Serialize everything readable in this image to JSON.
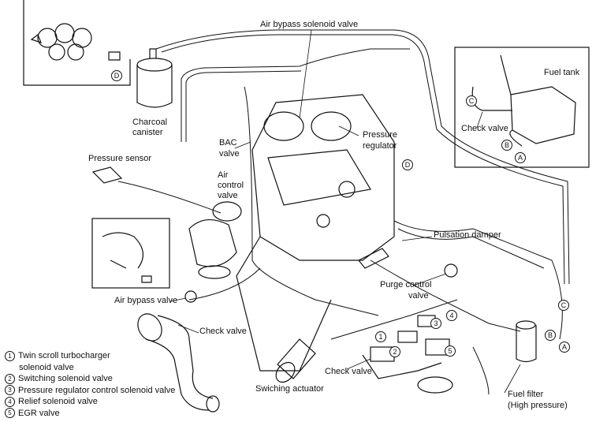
{
  "labels": {
    "air_bypass_solenoid_valve": "Air bypass solenoid valve",
    "fuel_tank": "Fuel tank",
    "check_valve_tank": "Check valve",
    "charcoal_canister_1": "Charcoal",
    "charcoal_canister_2": "canister",
    "bac_valve_1": "BAC",
    "bac_valve_2": "valve",
    "pressure_regulator_1": "Pressure",
    "pressure_regulator_2": "regulator",
    "pressure_sensor": "Pressure sensor",
    "air_control_valve_1": "Air",
    "air_control_valve_2": "control",
    "air_control_valve_3": "valve",
    "pulsation_damper": "Pulsation damper",
    "purge_control_valve_1": "Purge control",
    "purge_control_valve_2": "valve",
    "air_bypass_valve": "Air bypass valve",
    "check_valve_left": "Check valve",
    "check_valve_bottom": "Check valve",
    "swiching_actuator": "Swiching actuator",
    "fuel_filter_1": "Fuel filter",
    "fuel_filter_2": "(High pressure)"
  },
  "connectors": {
    "A": "A",
    "B": "B",
    "C": "C",
    "D": "D"
  },
  "callouts": [
    "1",
    "2",
    "3",
    "4",
    "5"
  ],
  "legend": [
    {
      "num": "1",
      "text": "Twin scroll turbocharger",
      "cont": "solenoid valve"
    },
    {
      "num": "2",
      "text": "Switching solenoid valve"
    },
    {
      "num": "3",
      "text": "Pressure regulator control solenoid valve"
    },
    {
      "num": "4",
      "text": "Relief solenoid valve"
    },
    {
      "num": "5",
      "text": "EGR valve"
    }
  ]
}
